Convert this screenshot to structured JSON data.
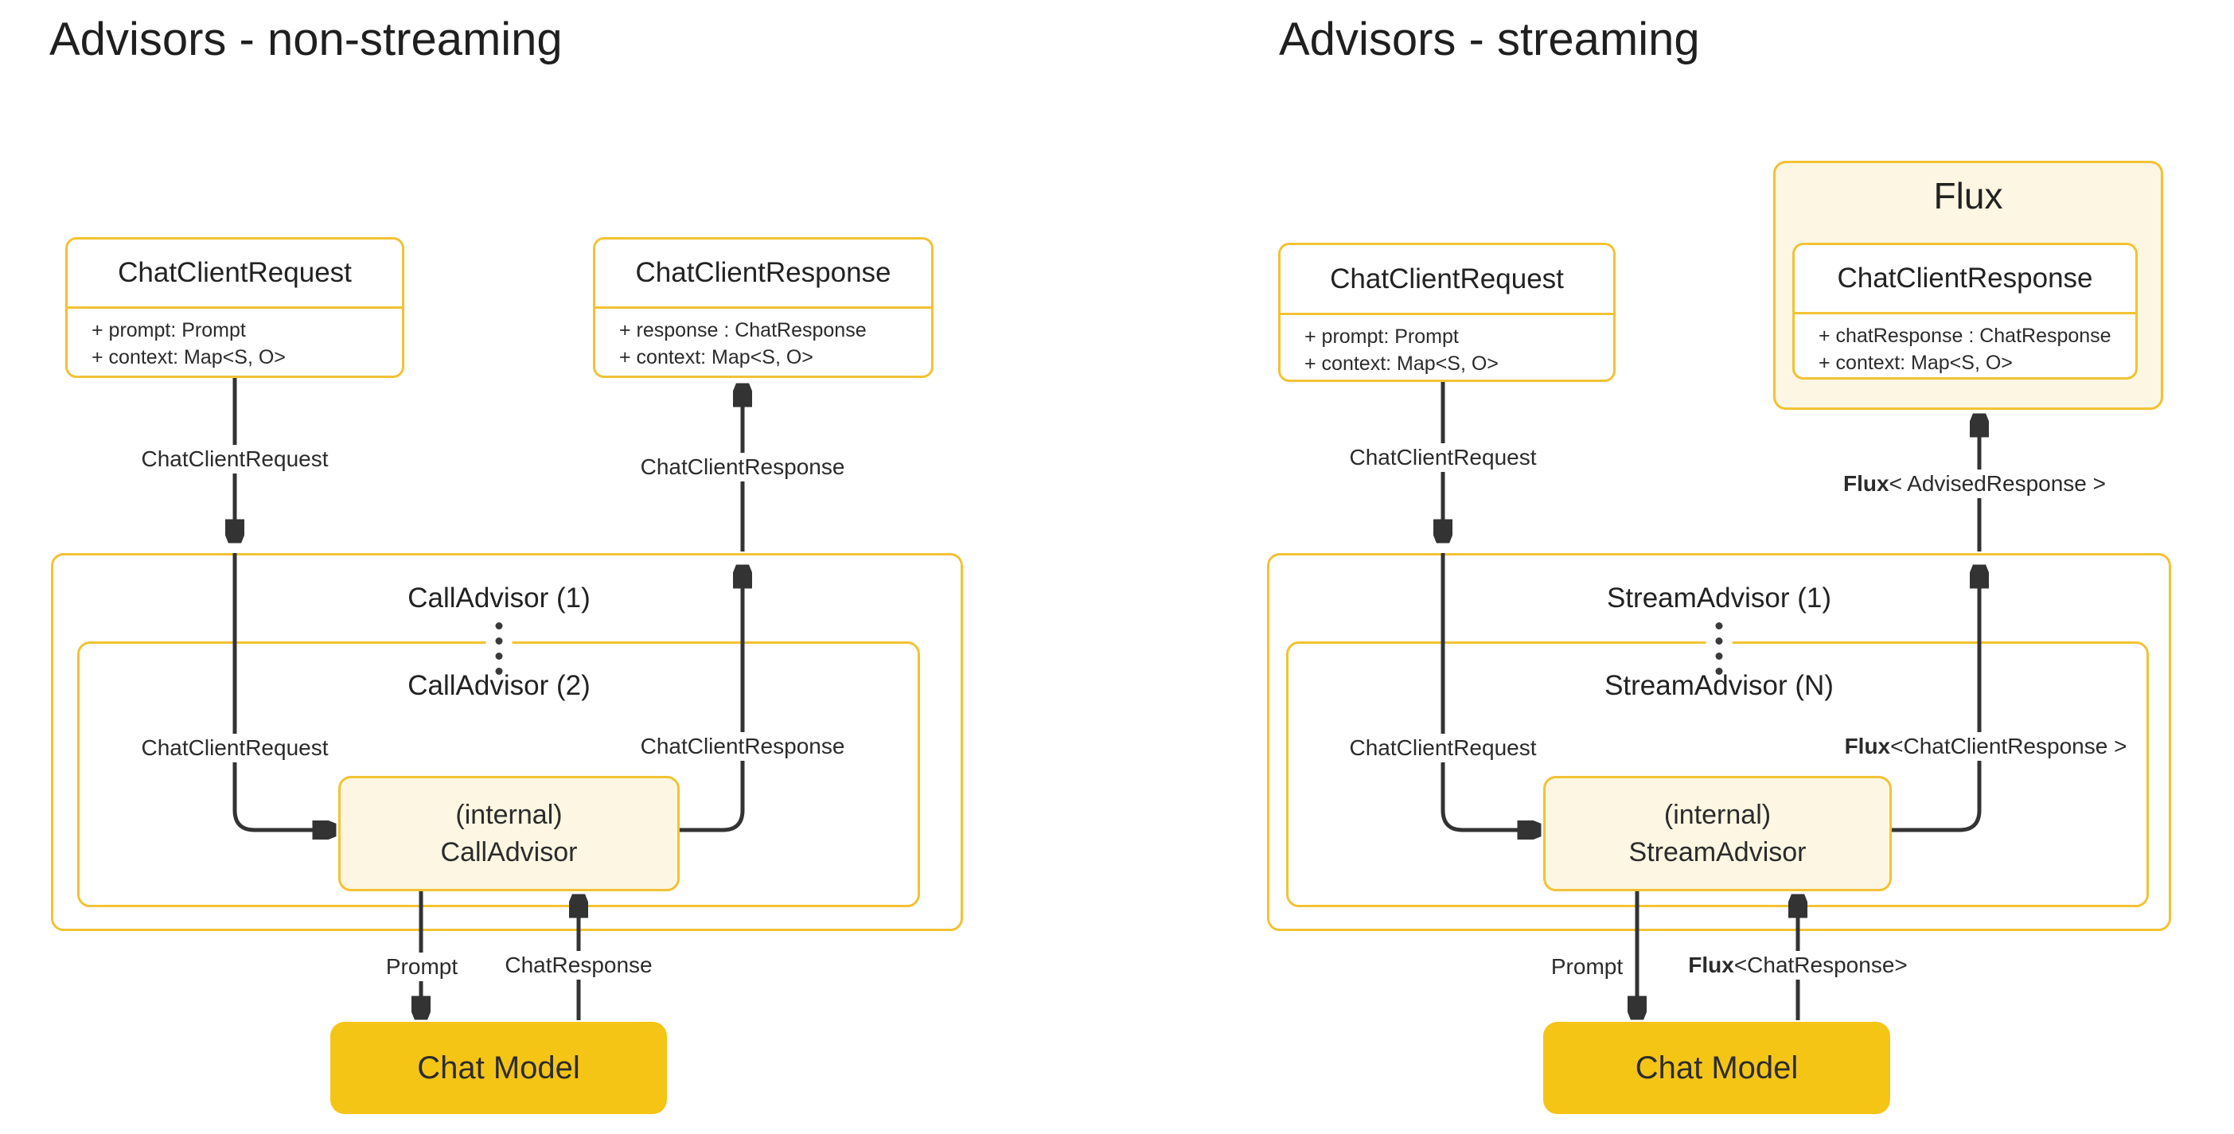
{
  "colors": {
    "gold_border": "#F2C233",
    "gold_fill": "#F5C515",
    "cream_fill": "#FCF6E2",
    "line": "#333333",
    "text": "#2B2B2B"
  },
  "left": {
    "title": "Advisors - non-streaming",
    "request_box": {
      "title": "ChatClientRequest",
      "fields": [
        "+ prompt: Prompt",
        "+ context: Map<S, O>"
      ]
    },
    "response_box": {
      "title": "ChatClientResponse",
      "fields": [
        "+ response : ChatResponse",
        "+ context: Map<S, O>"
      ]
    },
    "outer_group": "CallAdvisor (1)",
    "inner_group": "CallAdvisor (2)",
    "internal_box": {
      "line1": "(internal)",
      "line2": "CallAdvisor"
    },
    "chat_model": "Chat Model",
    "edge_labels": {
      "request_top": "ChatClientRequest",
      "response_top": "ChatClientResponse",
      "request_inner": "ChatClientRequest",
      "response_inner": "ChatClientResponse",
      "prompt": "Prompt",
      "chat_response": "ChatResponse"
    }
  },
  "right": {
    "title": "Advisors - streaming",
    "request_box": {
      "title": "ChatClientRequest",
      "fields": [
        "+ prompt: Prompt",
        "+ context: Map<S, O>"
      ]
    },
    "flux_group": {
      "title": "Flux"
    },
    "response_box": {
      "title": "ChatClientResponse",
      "fields": [
        "+ chatResponse : ChatResponse",
        "+ context: Map<S, O>"
      ]
    },
    "outer_group": "StreamAdvisor (1)",
    "inner_group": "StreamAdvisor (N)",
    "internal_box": {
      "line1": "(internal)",
      "line2": "StreamAdvisor"
    },
    "chat_model": "Chat Model",
    "edge_labels": {
      "request_top": "ChatClientRequest",
      "advised_response": {
        "bold": "Flux",
        "rest": "< AdvisedResponse >"
      },
      "request_inner": "ChatClientRequest",
      "response_inner": {
        "bold": "Flux",
        "rest": "<ChatClientResponse >"
      },
      "prompt": "Prompt",
      "chat_response": {
        "bold": "Flux",
        "rest": "<ChatResponse>"
      }
    }
  }
}
